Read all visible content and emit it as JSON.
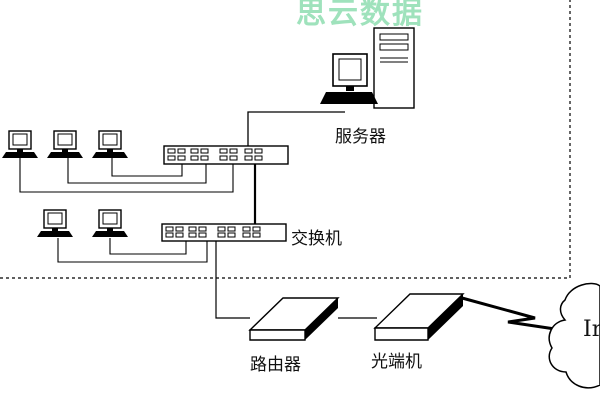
{
  "watermark": "思云数据",
  "labels": {
    "server": "服务器",
    "switch": "交换机",
    "router": "路由器",
    "optical": "光端机",
    "cloud": "Ir"
  },
  "icons": {
    "server": "server-tower-icon",
    "pc": "desktop-computer-icon",
    "switch": "network-switch-icon",
    "router": "router-icon",
    "optical": "optical-transceiver-icon",
    "cloud": "internet-cloud-icon"
  }
}
